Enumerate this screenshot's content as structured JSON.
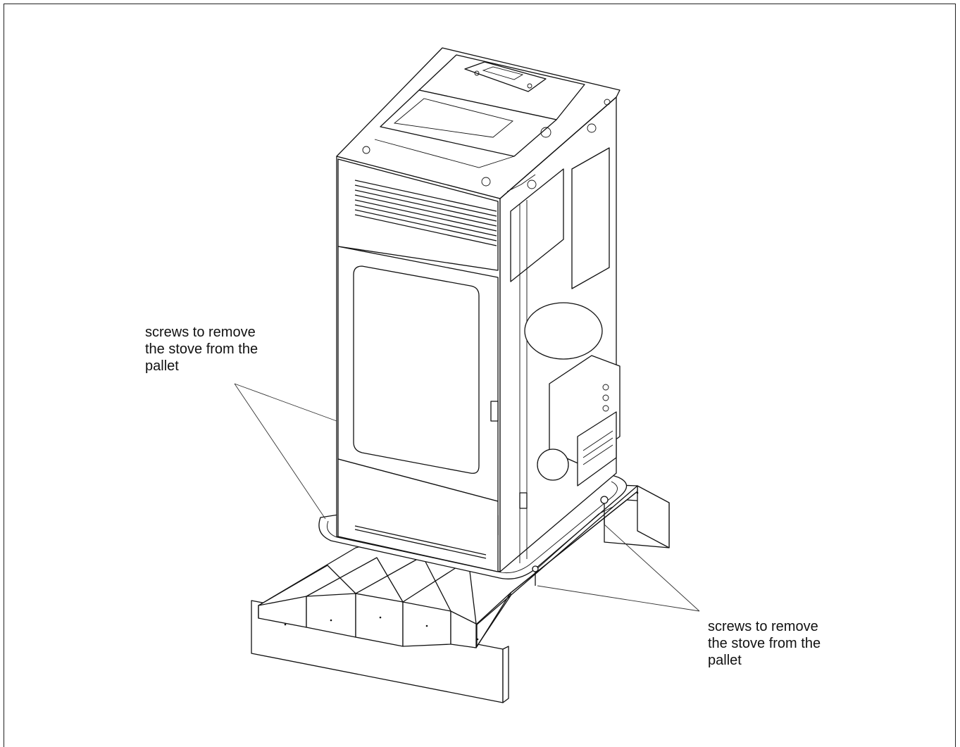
{
  "callouts": {
    "left": {
      "lines": [
        "screws to remove",
        "the stove from the",
        "pallet"
      ]
    },
    "right": {
      "lines": [
        "screws to remove",
        "the stove from the",
        "pallet"
      ]
    }
  },
  "icons": [
    "stove-icon",
    "pallet-icon",
    "screw-icon"
  ]
}
